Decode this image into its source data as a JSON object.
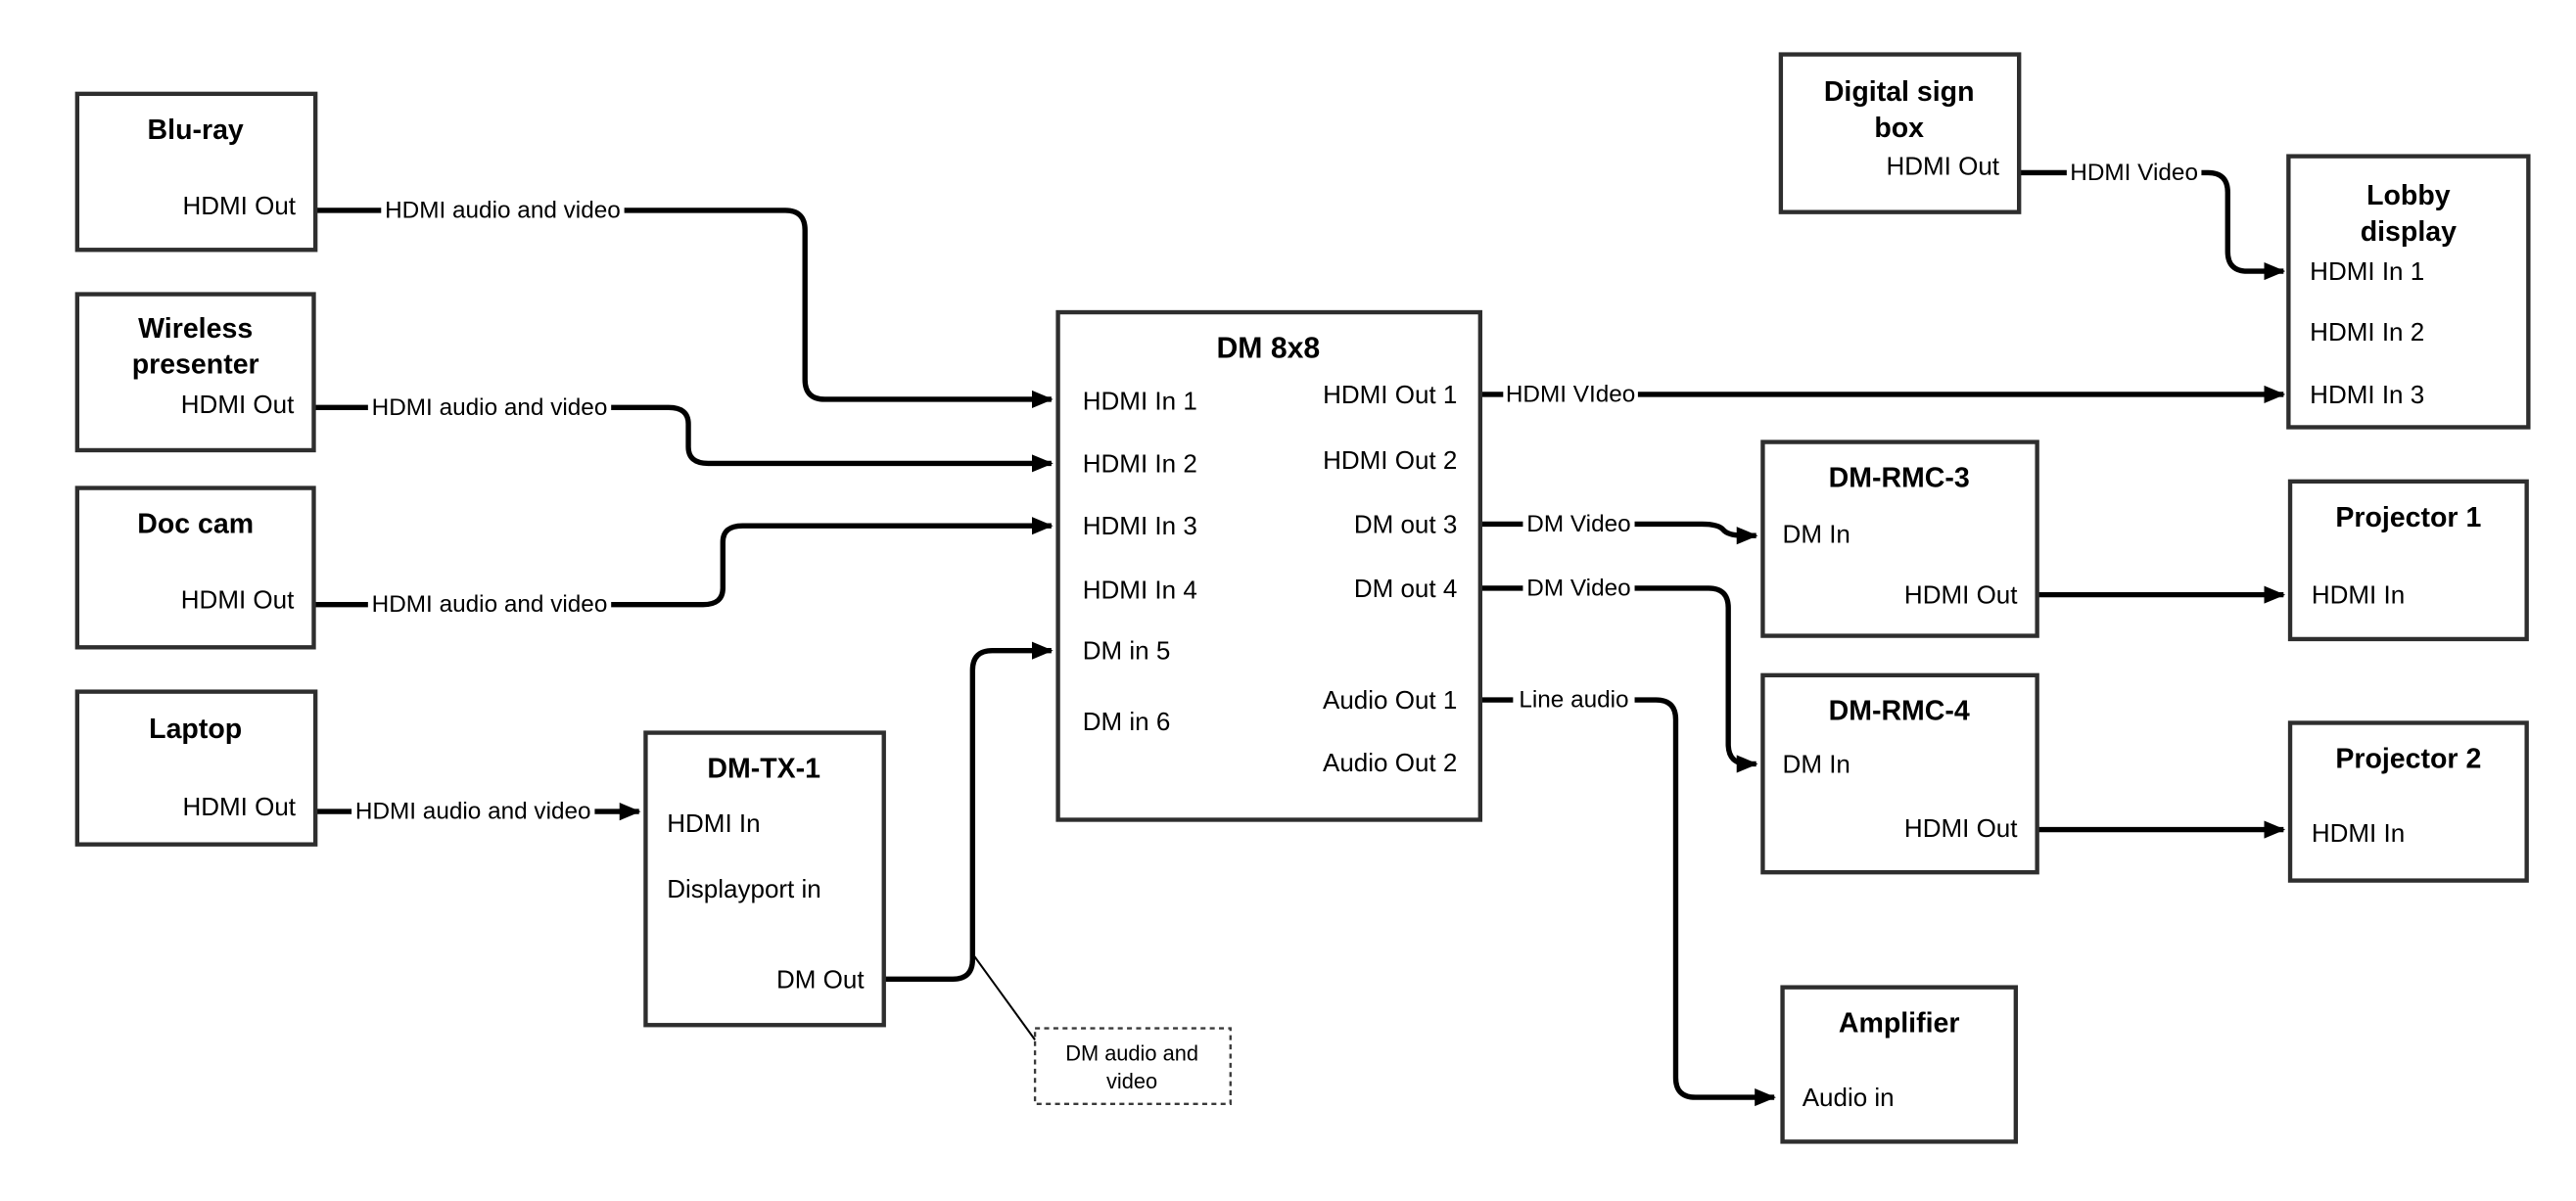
{
  "colors": {
    "background": "#ffffff",
    "wire": "#000000",
    "box_border": "#2e2e2e",
    "text": "#000000"
  },
  "devices": {
    "bluray": {
      "title": "Blu-ray",
      "ports": {
        "hdmi_out": "HDMI Out"
      }
    },
    "wireless_presenter": {
      "title_line1": "Wireless",
      "title_line2": "presenter",
      "ports": {
        "hdmi_out": "HDMI Out"
      }
    },
    "doc_cam": {
      "title": "Doc cam",
      "ports": {
        "hdmi_out": "HDMI Out"
      }
    },
    "laptop": {
      "title": "Laptop",
      "ports": {
        "hdmi_out": "HDMI Out"
      }
    },
    "dm_tx_1": {
      "title": "DM-TX-1",
      "ports": {
        "hdmi_in": "HDMI In",
        "displayport_in": "Displayport in",
        "dm_out": "DM Out"
      }
    },
    "dm_8x8": {
      "title": "DM 8x8",
      "ports": {
        "hdmi_in_1": "HDMI In 1",
        "hdmi_in_2": "HDMI In 2",
        "hdmi_in_3": "HDMI In 3",
        "hdmi_in_4": "HDMI In 4",
        "dm_in_5": "DM in 5",
        "dm_in_6": "DM in 6",
        "hdmi_out_1": "HDMI Out 1",
        "hdmi_out_2": "HDMI Out 2",
        "dm_out_3": "DM out 3",
        "dm_out_4": "DM out 4",
        "audio_out_1": "Audio Out 1",
        "audio_out_2": "Audio Out 2"
      }
    },
    "digital_sign_box": {
      "title_line1": "Digital sign",
      "title_line2": "box",
      "ports": {
        "hdmi_out": "HDMI Out"
      }
    },
    "lobby_display": {
      "title_line1": "Lobby",
      "title_line2": "display",
      "ports": {
        "hdmi_in_1": "HDMI In 1",
        "hdmi_in_2": "HDMI In 2",
        "hdmi_in_3": "HDMI In 3"
      }
    },
    "dm_rmc_3": {
      "title": "DM-RMC-3",
      "ports": {
        "dm_in": "DM In",
        "hdmi_out": "HDMI Out"
      }
    },
    "projector_1": {
      "title": "Projector 1",
      "ports": {
        "hdmi_in": "HDMI In"
      }
    },
    "dm_rmc_4": {
      "title": "DM-RMC-4",
      "ports": {
        "dm_in": "DM In",
        "hdmi_out": "HDMI Out"
      }
    },
    "projector_2": {
      "title": "Projector 2",
      "ports": {
        "hdmi_in": "HDMI In"
      }
    },
    "amplifier": {
      "title": "Amplifier",
      "ports": {
        "audio_in": "Audio in"
      }
    }
  },
  "edge_labels": {
    "bluray_to_dm8x8": "HDMI audio and video",
    "wireless_to_dm8x8": "HDMI audio and video",
    "doccam_to_dm8x8": "HDMI audio and video",
    "laptop_to_dmtx1": "HDMI audio and video",
    "hdmiout1_to_lobby": "HDMI VIdeo",
    "digitalsign_to_lobby": "HDMI Video",
    "dmout3_to_rmc3": "DM Video",
    "dmout4_to_rmc4": "DM Video",
    "audioout1_to_amplifier": "Line audio"
  },
  "note": {
    "line1": "DM audio and",
    "line2": "video"
  }
}
